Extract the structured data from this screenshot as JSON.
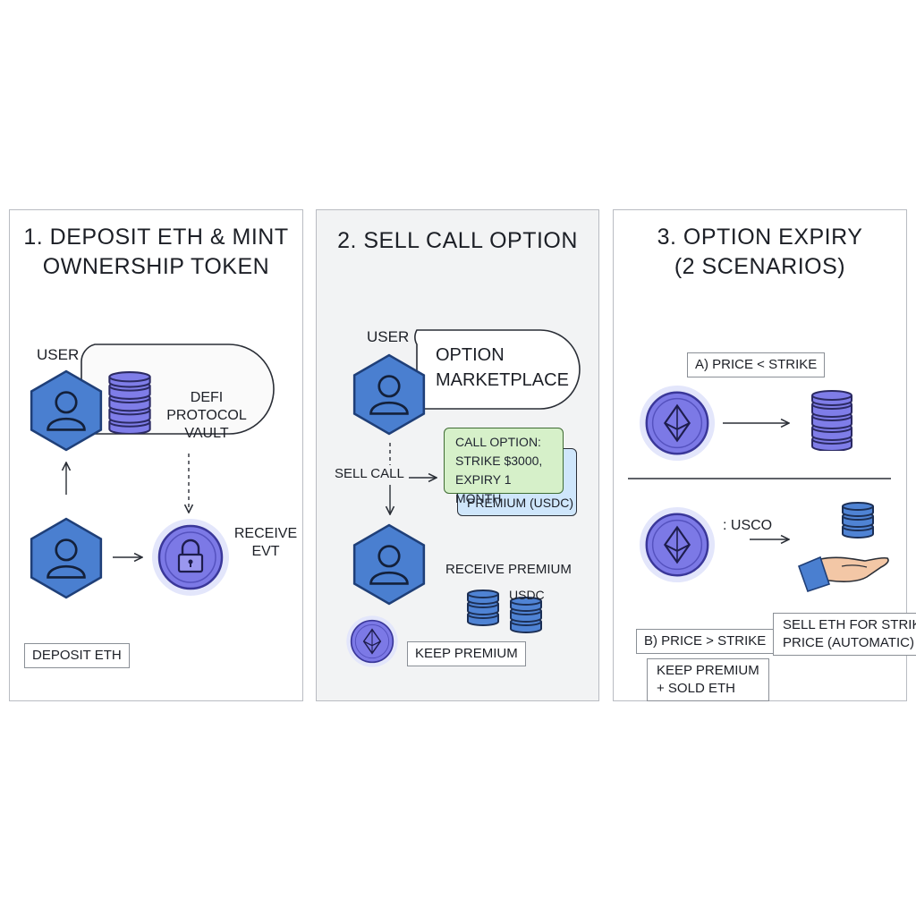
{
  "panels": [
    {
      "title": [
        "1. DEPOSIT ETH & MINT",
        "OWNERSHIP TOKEN"
      ],
      "user_label": "USER",
      "vault_label": [
        "DEFI PROTOCOL",
        "VAULT"
      ],
      "receive_label": [
        "RECEIVE",
        "EVT"
      ],
      "deposit_box": "DEPOSIT ETH"
    },
    {
      "title": "2. SELL CALL OPTION",
      "user_label": "USER",
      "marketplace_label": [
        "OPTION",
        "MARKETPLACE"
      ],
      "sell_call_label": "SELL CALL",
      "call_option_lines": [
        "CALL OPTION:",
        "STRIKE $3000,",
        "EXPIRY 1 MONTH"
      ],
      "premium_card": "PREMIUM (USDC)",
      "receive_premium": "RECEIVE PREMIUM",
      "usdc_label": "USDC",
      "keep_premium_box": "KEEP PREMIUM"
    },
    {
      "title": [
        "3. OPTION EXPIRY",
        "(2 SCENARIOS)"
      ],
      "scenario_a_box": "A) PRICE < STRIKE",
      "usdc_flow_label": ": USCO",
      "sell_eth_box": [
        "SELL ETH FOR STRIKE",
        "PRICE (AUTOMATIC)"
      ],
      "scenario_b_box": "B) PRICE > STRIKE",
      "keep_sold_box": [
        "KEEP PREMIUM",
        "+ SOLD ETH"
      ]
    }
  ],
  "colors": {
    "hexagon_fill": "#4a7fd0",
    "hexagon_stroke": "#1f3f78",
    "coin_fill": "#7c79e6",
    "coin_glow": "#d8dcfb",
    "db_purple": "#7f7de8",
    "db_blue": "#4f83d4",
    "callout_green": "#d6f0c9",
    "callout_blue": "#cfe6fb",
    "hand_skin": "#f3c7a6",
    "sleeve": "#4a7fd0"
  },
  "icons": [
    "user-hexagon-icon",
    "database-icon",
    "lock-coin-icon",
    "eth-coin-icon",
    "hand-icon",
    "arrow-icon"
  ]
}
